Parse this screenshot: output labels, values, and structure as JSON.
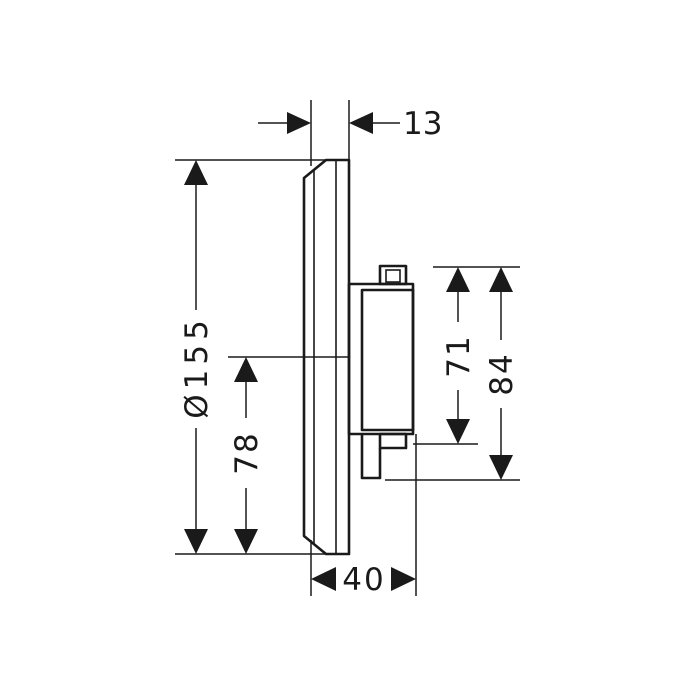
{
  "dimensions": {
    "wall_depth": "13",
    "diameter": "Ø155",
    "center_height": "78",
    "inner_height": "71",
    "outer_height": "84",
    "depth": "40"
  },
  "colors": {
    "line": "#1a1a1a",
    "background": "#ffffff"
  }
}
